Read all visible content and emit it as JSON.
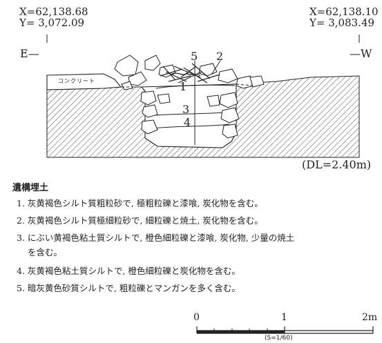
{
  "figure": {
    "left_coord": {
      "x": "X=62,138.68",
      "y": "Y=  3,072.09"
    },
    "right_coord": {
      "x": "X=62,138.10",
      "y": "Y=  3,083.49"
    },
    "left_direction": "E",
    "right_direction": "W",
    "concrete_label": "コンクリート",
    "layer_numbers": [
      "5",
      "2",
      "1",
      "3",
      "4"
    ],
    "datum_level": "(DL=2.40m)"
  },
  "legend": {
    "heading": "遺構埋土",
    "items": [
      "1. 灰黄褐色シルト質粗粒砂で, 極粗粒礫と漆喰, 炭化物を含む。",
      "2. 灰黄褐色シルト質極細粒砂で, 細粒礫と焼土, 炭化物を含む。",
      "3. にぶい黄褐色粘土質シルトで, 橙色細粒礫と漆喰, 炭化物, 少量の焼土",
      "を含む。",
      "4. 灰黄褐色粘土質シルトで, 橙色細粒礫と炭化物を含む。",
      "5. 暗灰黄色砂質シルトで, 粗粒礫とマンガンを多く含む。"
    ]
  },
  "scale_bar": {
    "labels": [
      "0",
      "1",
      "2m"
    ],
    "ratio": "(S=1/60)"
  }
}
